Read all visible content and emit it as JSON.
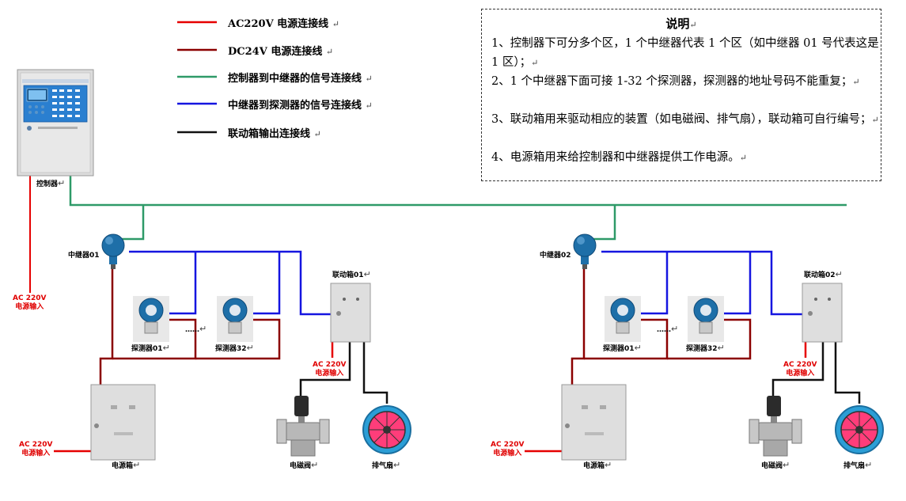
{
  "legend": [
    {
      "label": "AC220V 电源连接线",
      "color": "#e60000"
    },
    {
      "label": "DC24V 电源连接线",
      "color": "#8b0000"
    },
    {
      "label": "控制器到中继器的信号连接线",
      "color": "#2e9a68"
    },
    {
      "label": "中继器到探测器的信号连接线",
      "color": "#1515e0"
    },
    {
      "label": "联动箱输出连接线",
      "color": "#111111"
    }
  ],
  "para_mark": "↵",
  "notes": {
    "title": "说明",
    "items": [
      "1、控制器下可分多个区，1 个中继器代表 1 个区（如中继器 01 号代表这是 1 区）；",
      "2、1 个中继器下面可接 1-32 个探测器，探测器的地址号码不能重复；",
      "3、联动箱用来驱动相应的装置（如电磁阀、排气扇），联动箱可自行编号；",
      "4、电源箱用来给控制器和中继器提供工作电源。"
    ]
  },
  "controller": {
    "label": "控制器"
  },
  "ac_input": {
    "line1": "AC 220V",
    "line2": "电源输入"
  },
  "dots": "……",
  "zones": [
    {
      "repeater_label": "中继器01",
      "detector1_label": "探测器01",
      "detector2_label": "探测器32",
      "linkage_label": "联动箱01",
      "power_label": "电源箱",
      "valve_label": "电磁阀",
      "fan_label": "排气扇",
      "ac_linkage_line1": "AC 220V",
      "ac_linkage_line2": "电源输入",
      "ac_power_line1": "AC 220V",
      "ac_power_line2": "电源输入"
    },
    {
      "repeater_label": "中继器02",
      "detector1_label": "探测器01",
      "detector2_label": "探测器32",
      "linkage_label": "联动箱02",
      "power_label": "电源箱",
      "valve_label": "电磁阀",
      "fan_label": "排气扇",
      "ac_linkage_line1": "AC 220V",
      "ac_linkage_line2": "电源输入",
      "ac_power_line1": "AC 220V",
      "ac_power_line2": "电源输入"
    }
  ]
}
